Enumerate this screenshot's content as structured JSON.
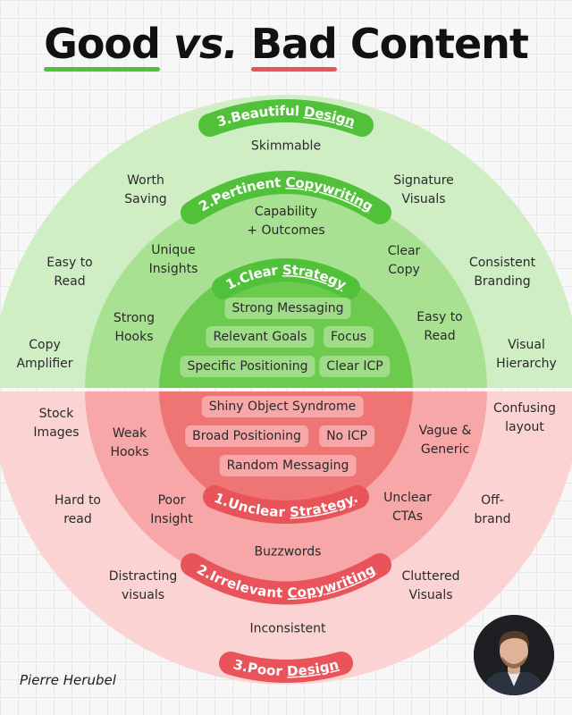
{
  "title": {
    "good": "Good",
    "vs": "vs.",
    "bad": "Bad",
    "content": "Content"
  },
  "colors": {
    "good_outer": "#cfeec4",
    "good_mid": "#a9e192",
    "good_inner": "#6ccb4f",
    "good_badge": "#52c13a",
    "bad_outer": "#fbd3d3",
    "bad_mid": "#f7a7a7",
    "bad_inner": "#ef7474",
    "bad_badge": "#e8545a"
  },
  "good": {
    "ring_labels": {
      "design": {
        "num": "3.",
        "pre": "Beautiful ",
        "key": "Design"
      },
      "copy": {
        "num": "2.",
        "pre": "Pertinent ",
        "key": "Copywriting"
      },
      "strategy": {
        "num": "1.",
        "pre": "Clear ",
        "key": "Strategy"
      }
    },
    "design_items": {
      "skimmable": "Skimmable",
      "worth_saving": [
        "Worth",
        "Saving"
      ],
      "signature_visuals": [
        "Signature",
        "Visuals"
      ],
      "easy_to_read": [
        "Easy to",
        "Read"
      ],
      "consistent_branding": [
        "Consistent",
        "Branding"
      ],
      "copy_amplifier": [
        "Copy",
        "Amplifier"
      ],
      "visual_hierarchy": [
        "Visual",
        "Hierarchy"
      ]
    },
    "copy_items": {
      "capability": [
        "Capability",
        "+ Outcomes"
      ],
      "unique_insights": [
        "Unique",
        "Insights"
      ],
      "clear_copy": [
        "Clear",
        "Copy"
      ],
      "strong_hooks": [
        "Strong",
        "Hooks"
      ],
      "easy_to_read": [
        "Easy to",
        "Read"
      ]
    },
    "strategy_items": {
      "strong_messaging": "Strong Messaging",
      "relevant_goals": "Relevant Goals",
      "focus": "Focus",
      "specific_positioning": "Specific Positioning",
      "clear_icp": "Clear ICP"
    }
  },
  "bad": {
    "ring_labels": {
      "strategy": {
        "num": "1.",
        "pre": "Unclear ",
        "key": "Strategy",
        "post": "."
      },
      "copy": {
        "num": "2.",
        "pre": "Irrelevant ",
        "key": "Copywriting"
      },
      "design": {
        "num": "3.",
        "pre": "Poor ",
        "key": "Design"
      }
    },
    "strategy_items": {
      "shiny_object": "Shiny Object Syndrome",
      "broad_positioning": "Broad Positioning",
      "no_icp": "No ICP",
      "random_messaging": "Random Messaging"
    },
    "copy_items": {
      "weak_hooks": [
        "Weak",
        "Hooks"
      ],
      "vague_generic": [
        "Vague &",
        "Generic"
      ],
      "poor_insight": [
        "Poor",
        "Insight"
      ],
      "unclear_ctas": [
        "Unclear",
        "CTAs"
      ],
      "buzzwords": "Buzzwords"
    },
    "design_items": {
      "stock_images": [
        "Stock",
        "Images"
      ],
      "confusing_layout": [
        "Confusing",
        "layout"
      ],
      "hard_to_read": [
        "Hard to",
        "read"
      ],
      "off_brand": [
        "Off-",
        "brand"
      ],
      "distracting_visuals": [
        "Distracting",
        "visuals"
      ],
      "cluttered_visuals": [
        "Cluttered",
        "Visuals"
      ],
      "inconsistent": "Inconsistent"
    }
  },
  "author": "Pierre Herubel"
}
